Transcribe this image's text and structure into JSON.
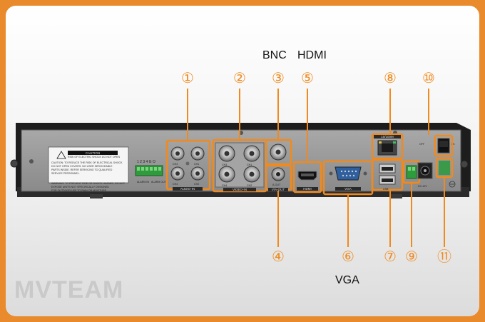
{
  "labels": {
    "bnc": "BNC",
    "hdmi": "HDMI",
    "vga": "VGA"
  },
  "callouts": [
    "①",
    "②",
    "③",
    "④",
    "⑤",
    "⑥",
    "⑦",
    "⑧",
    "⑨",
    "⑩",
    "⑪"
  ],
  "panel_text": {
    "caution_title": "CAUTION",
    "caution_sub": "RISK OF ELECTRIC SHOCK DO NOT OPEN",
    "caution_body_1": "CAUTION: TO REDUCE THE RISK OF ELECTRICAL SHOCK",
    "caution_body_2": "DO NOT OPEN COVERS. NO USER SERVICEABLE",
    "caution_body_3": "PARTS INSIDE. REFER SERVICING TO QUALIFIED",
    "caution_body_4": "SERVICE PERSONNEL.",
    "warning_1": "WARNING: TO PREVENT FIRE OR SHOCK HAZARD, DO NOT",
    "warning_2": "EXPOSE UNITS NOT SPECIFICALLY DESIGNED",
    "warning_3": "FOR OUTDOOR USE TO RAIN OR MOISTURE",
    "alarm_pins": "1 2 3 4 G O",
    "alarm_in": "ALARM IN",
    "alarm_out": "ALARM OUT",
    "audio_in": "AUDIO-IN",
    "video_in": "VIDEO-IN",
    "vout": "V/A-OUT",
    "aout": "A-OUT",
    "hdmi_port": "HDMI",
    "vga_port": "VGA",
    "network": "10/100M",
    "usb": "USB",
    "dc": "DC-12V",
    "ch1": "CH1",
    "ch2": "CH2",
    "ch3": "CH3",
    "ch4": "CH4",
    "on": "ON",
    "off": "OFF"
  },
  "brand": {
    "logo_text": "MVTEAM"
  },
  "colors": {
    "accent": "#f08a1e",
    "device": "#262626",
    "panel": "#9b9b9b",
    "page_border": "#e98a2c"
  }
}
